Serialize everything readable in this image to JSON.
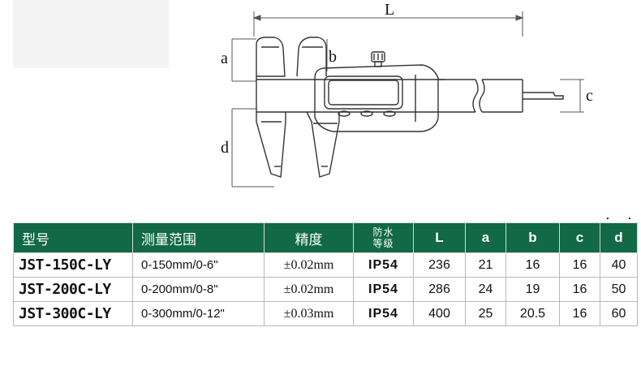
{
  "diagram": {
    "labels": {
      "L": "L",
      "a": "a",
      "b": "b",
      "c": "c",
      "d": "d"
    }
  },
  "table": {
    "headers": {
      "model": "型号",
      "range": "测量范围",
      "accuracy": "精度",
      "waterproof_line1": "防水",
      "waterproof_line2": "等级",
      "L": "L",
      "a": "a",
      "b": "b",
      "c": "c",
      "d": "d"
    },
    "rows": [
      {
        "model": "JST-150C-LY",
        "range": "0-150mm/0-6\"",
        "accuracy": "±0.02mm",
        "ip": "IP54",
        "L": "236",
        "a": "21",
        "b": "16",
        "c": "16",
        "d": "40"
      },
      {
        "model": "JST-200C-LY",
        "range": "0-200mm/0-8\"",
        "accuracy": "±0.02mm",
        "ip": "IP54",
        "L": "286",
        "a": "24",
        "b": "19",
        "c": "16",
        "d": "50"
      },
      {
        "model": "JST-300C-LY",
        "range": "0-300mm/0-12\"",
        "accuracy": "±0.03mm",
        "ip": "IP54",
        "L": "400",
        "a": "25",
        "b": "20.5",
        "c": "16",
        "d": "60"
      }
    ]
  },
  "colors": {
    "header_bg": "#116a45",
    "header_text": "#ffffff"
  }
}
